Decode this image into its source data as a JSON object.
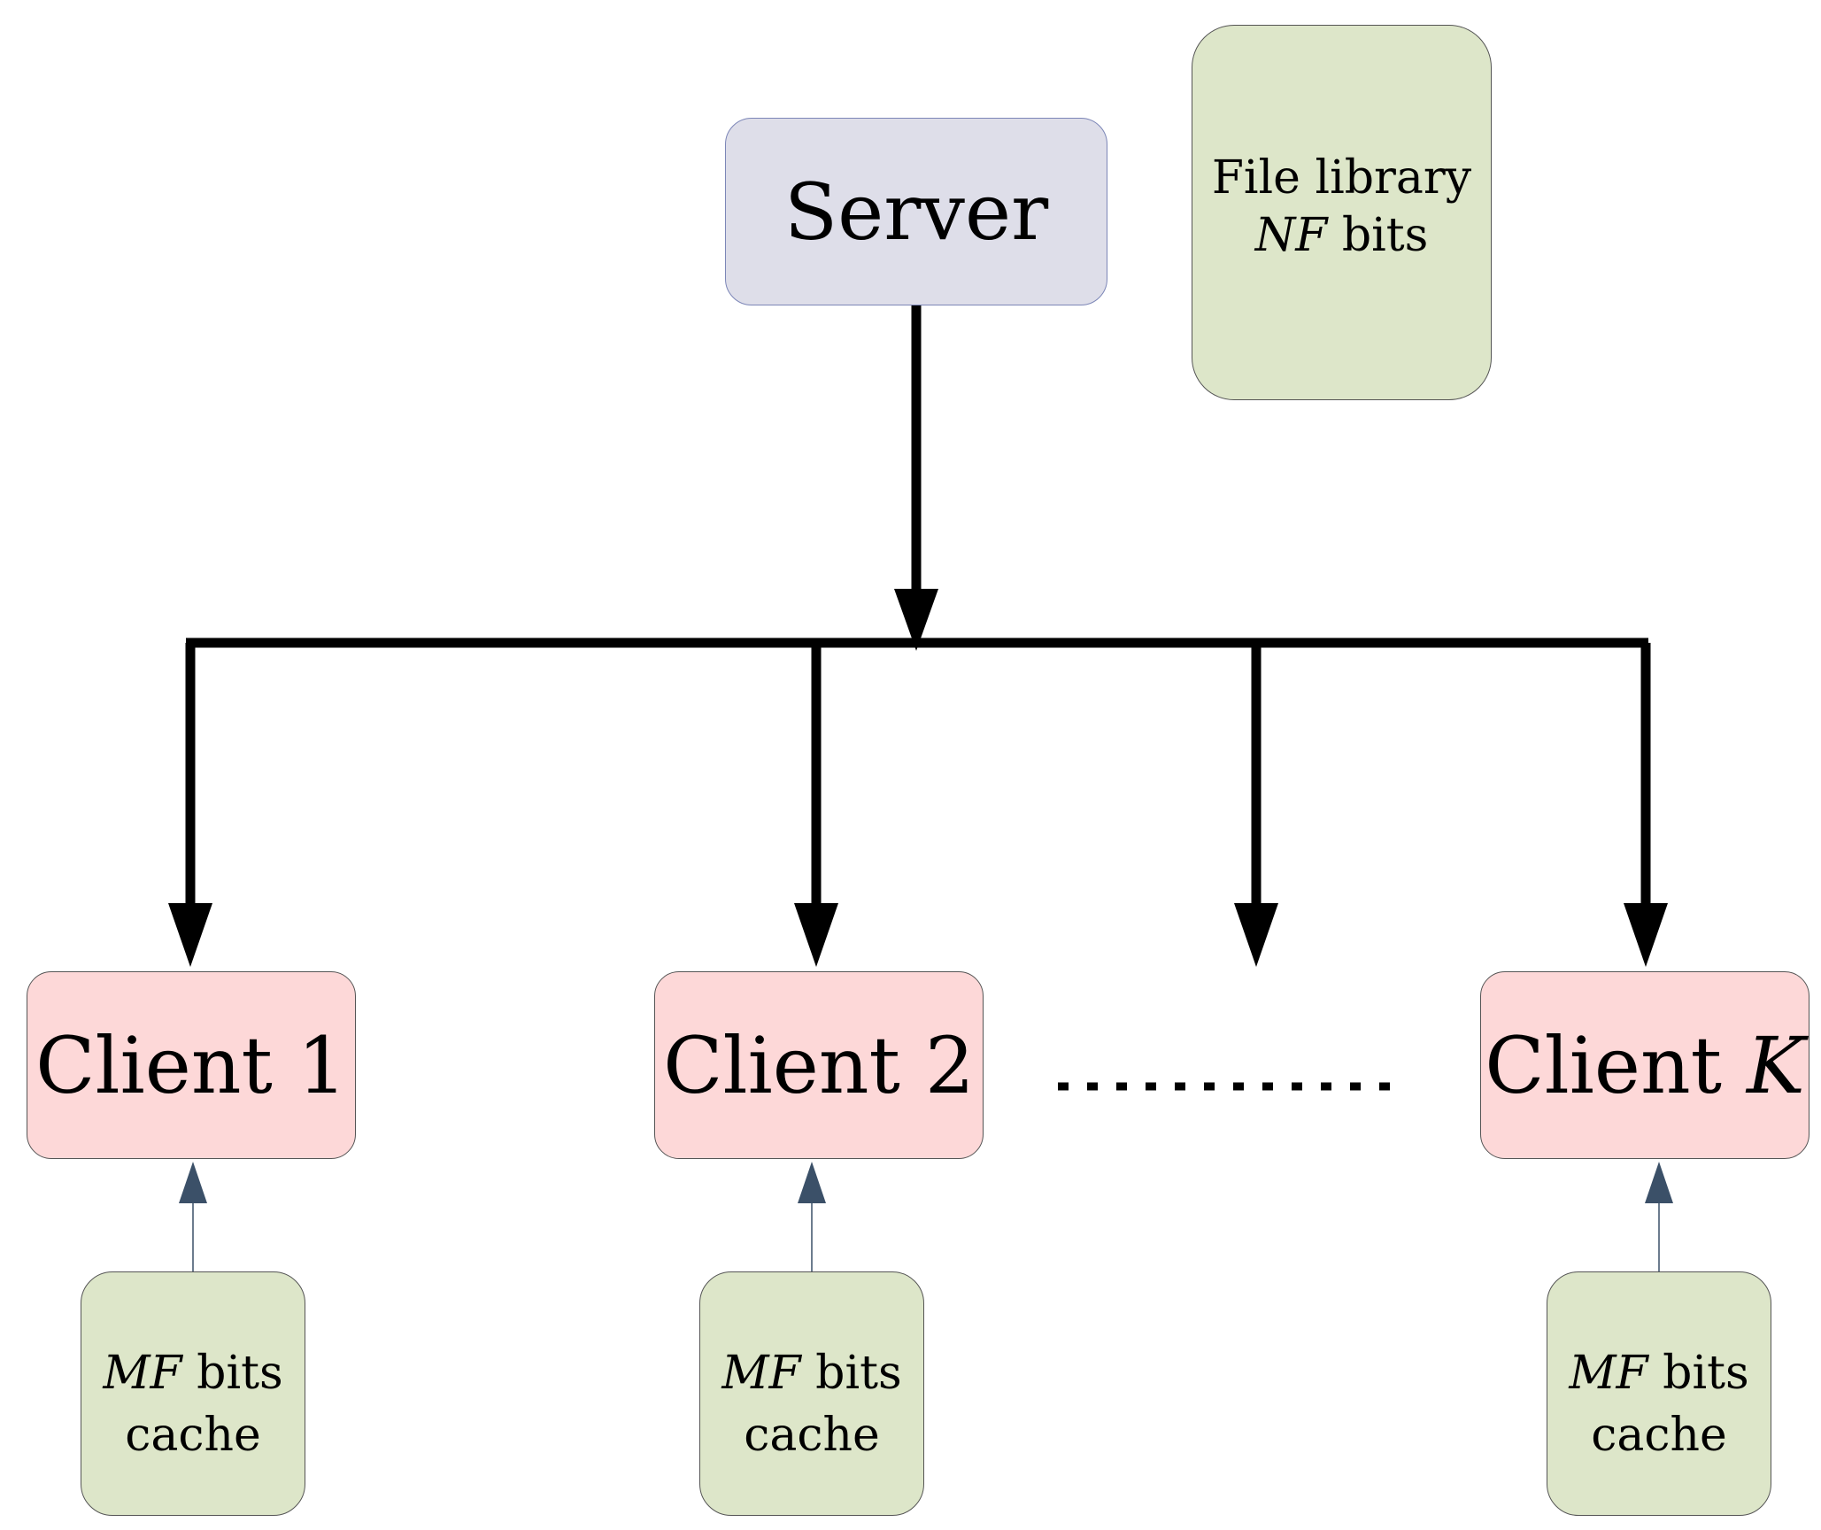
{
  "server": {
    "label": "Server"
  },
  "library": {
    "line1": "File library",
    "var": "NF",
    "unit": "bits"
  },
  "clients": [
    {
      "prefix": "Client",
      "index": "1"
    },
    {
      "prefix": "Client",
      "index": "2"
    },
    {
      "prefix": "Client",
      "index": "K"
    }
  ],
  "cache": {
    "var": "MF",
    "unit": "bits",
    "line2": "cache"
  },
  "colors": {
    "server_fill": "#dedee9",
    "client_fill": "#fdd8d8",
    "storage_fill": "#dde6c9",
    "link_color": "#000000",
    "cache_arrow_color": "#3b5068"
  }
}
